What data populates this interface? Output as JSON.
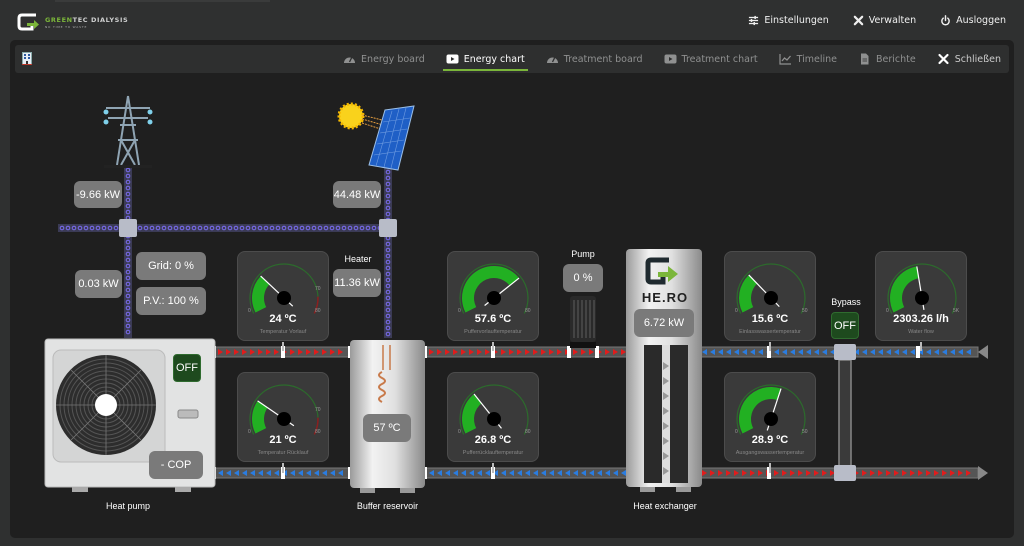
{
  "header": {
    "brand_green": "GREEN",
    "brand_rest": "TEC DIALYSIS",
    "tagline": "NO TIME TO WASTE",
    "nav": [
      {
        "label": "Einstellungen",
        "icon": "sliders-icon"
      },
      {
        "label": "Verwalten",
        "icon": "tools-icon"
      },
      {
        "label": "Ausloggen",
        "icon": "power-icon"
      }
    ]
  },
  "tabs": [
    {
      "label": "Energy board",
      "icon": "dashboard-icon",
      "active": false
    },
    {
      "label": "Energy chart",
      "icon": "video-icon",
      "active": true
    },
    {
      "label": "Treatment board",
      "icon": "dashboard-icon",
      "active": false
    },
    {
      "label": "Treatment chart",
      "icon": "video-icon",
      "active": false
    },
    {
      "label": "Timeline",
      "icon": "line-chart-icon",
      "active": false
    },
    {
      "label": "Berichte",
      "icon": "document-icon",
      "active": false
    },
    {
      "label": "Schließen",
      "icon": "close-icon",
      "active": false
    }
  ],
  "energy": {
    "grid_power": "-9.66 kW",
    "solar_power": "44.48 kW",
    "heat_pump_power": "0.03 kW",
    "grid_share": "Grid: 0 %",
    "pv_share": "P.V.: 100 %",
    "heater_label": "Heater",
    "heater_power": "11.36 kW"
  },
  "devices": {
    "heat_pump": {
      "label": "Heat pump",
      "state": "OFF",
      "cop": "- COP"
    },
    "buffer": {
      "label": "Buffer reservoir",
      "temperature": "57 ºC"
    },
    "pump": {
      "label": "Pump",
      "value": "0 %"
    },
    "heat_exchanger": {
      "label": "Heat exchanger",
      "brand": "HE.RO",
      "power": "6.72 kW"
    },
    "bypass": {
      "label": "Bypass",
      "state": "OFF"
    }
  },
  "gauges": [
    {
      "id": "temp-vorlauf",
      "name": "Temperatur Vorlauf",
      "value": 24,
      "display": "24 ºC",
      "min": "0",
      "max": "80",
      "warn": "70",
      "fraction": 0.3,
      "has_warn": true
    },
    {
      "id": "temp-ruecklauf",
      "name": "Temperatur Rücklauf",
      "value": 21,
      "display": "21 ºC",
      "min": "0",
      "max": "80",
      "warn": "70",
      "fraction": 0.2625,
      "has_warn": true
    },
    {
      "id": "puffervorlauf",
      "name": "Puffervorlauftemperatur",
      "value": 57.6,
      "display": "57.6 ºC",
      "min": "0",
      "max": "80",
      "fraction": 0.72,
      "has_warn": false
    },
    {
      "id": "pufferruecklauf",
      "name": "Pufferrücklauftemperatur",
      "value": 26.8,
      "display": "26.8 ºC",
      "min": "0",
      "max": "80",
      "fraction": 0.335,
      "has_warn": false
    },
    {
      "id": "einlasswasser",
      "name": "Einlasswassertemperatur",
      "value": 15.6,
      "display": "15.6 ºC",
      "min": "0",
      "max": "50",
      "fraction": 0.312,
      "has_warn": false
    },
    {
      "id": "ausgangswasser",
      "name": "Ausgangswassertemperatur",
      "value": 28.9,
      "display": "28.9 ºC",
      "min": "0",
      "max": "50",
      "fraction": 0.578,
      "has_warn": false
    },
    {
      "id": "water-flow",
      "name": "Water flow",
      "value": 2303.26,
      "display": "2303.26 l/h",
      "min": "0",
      "max": "5K",
      "fraction": 0.46,
      "has_warn": false
    }
  ],
  "colors": {
    "accent": "#7bb63a",
    "hot": "#e11c1c",
    "cold": "#2a7de1",
    "electric": "#7b6cf0",
    "gauge_fill": "#22b022"
  }
}
